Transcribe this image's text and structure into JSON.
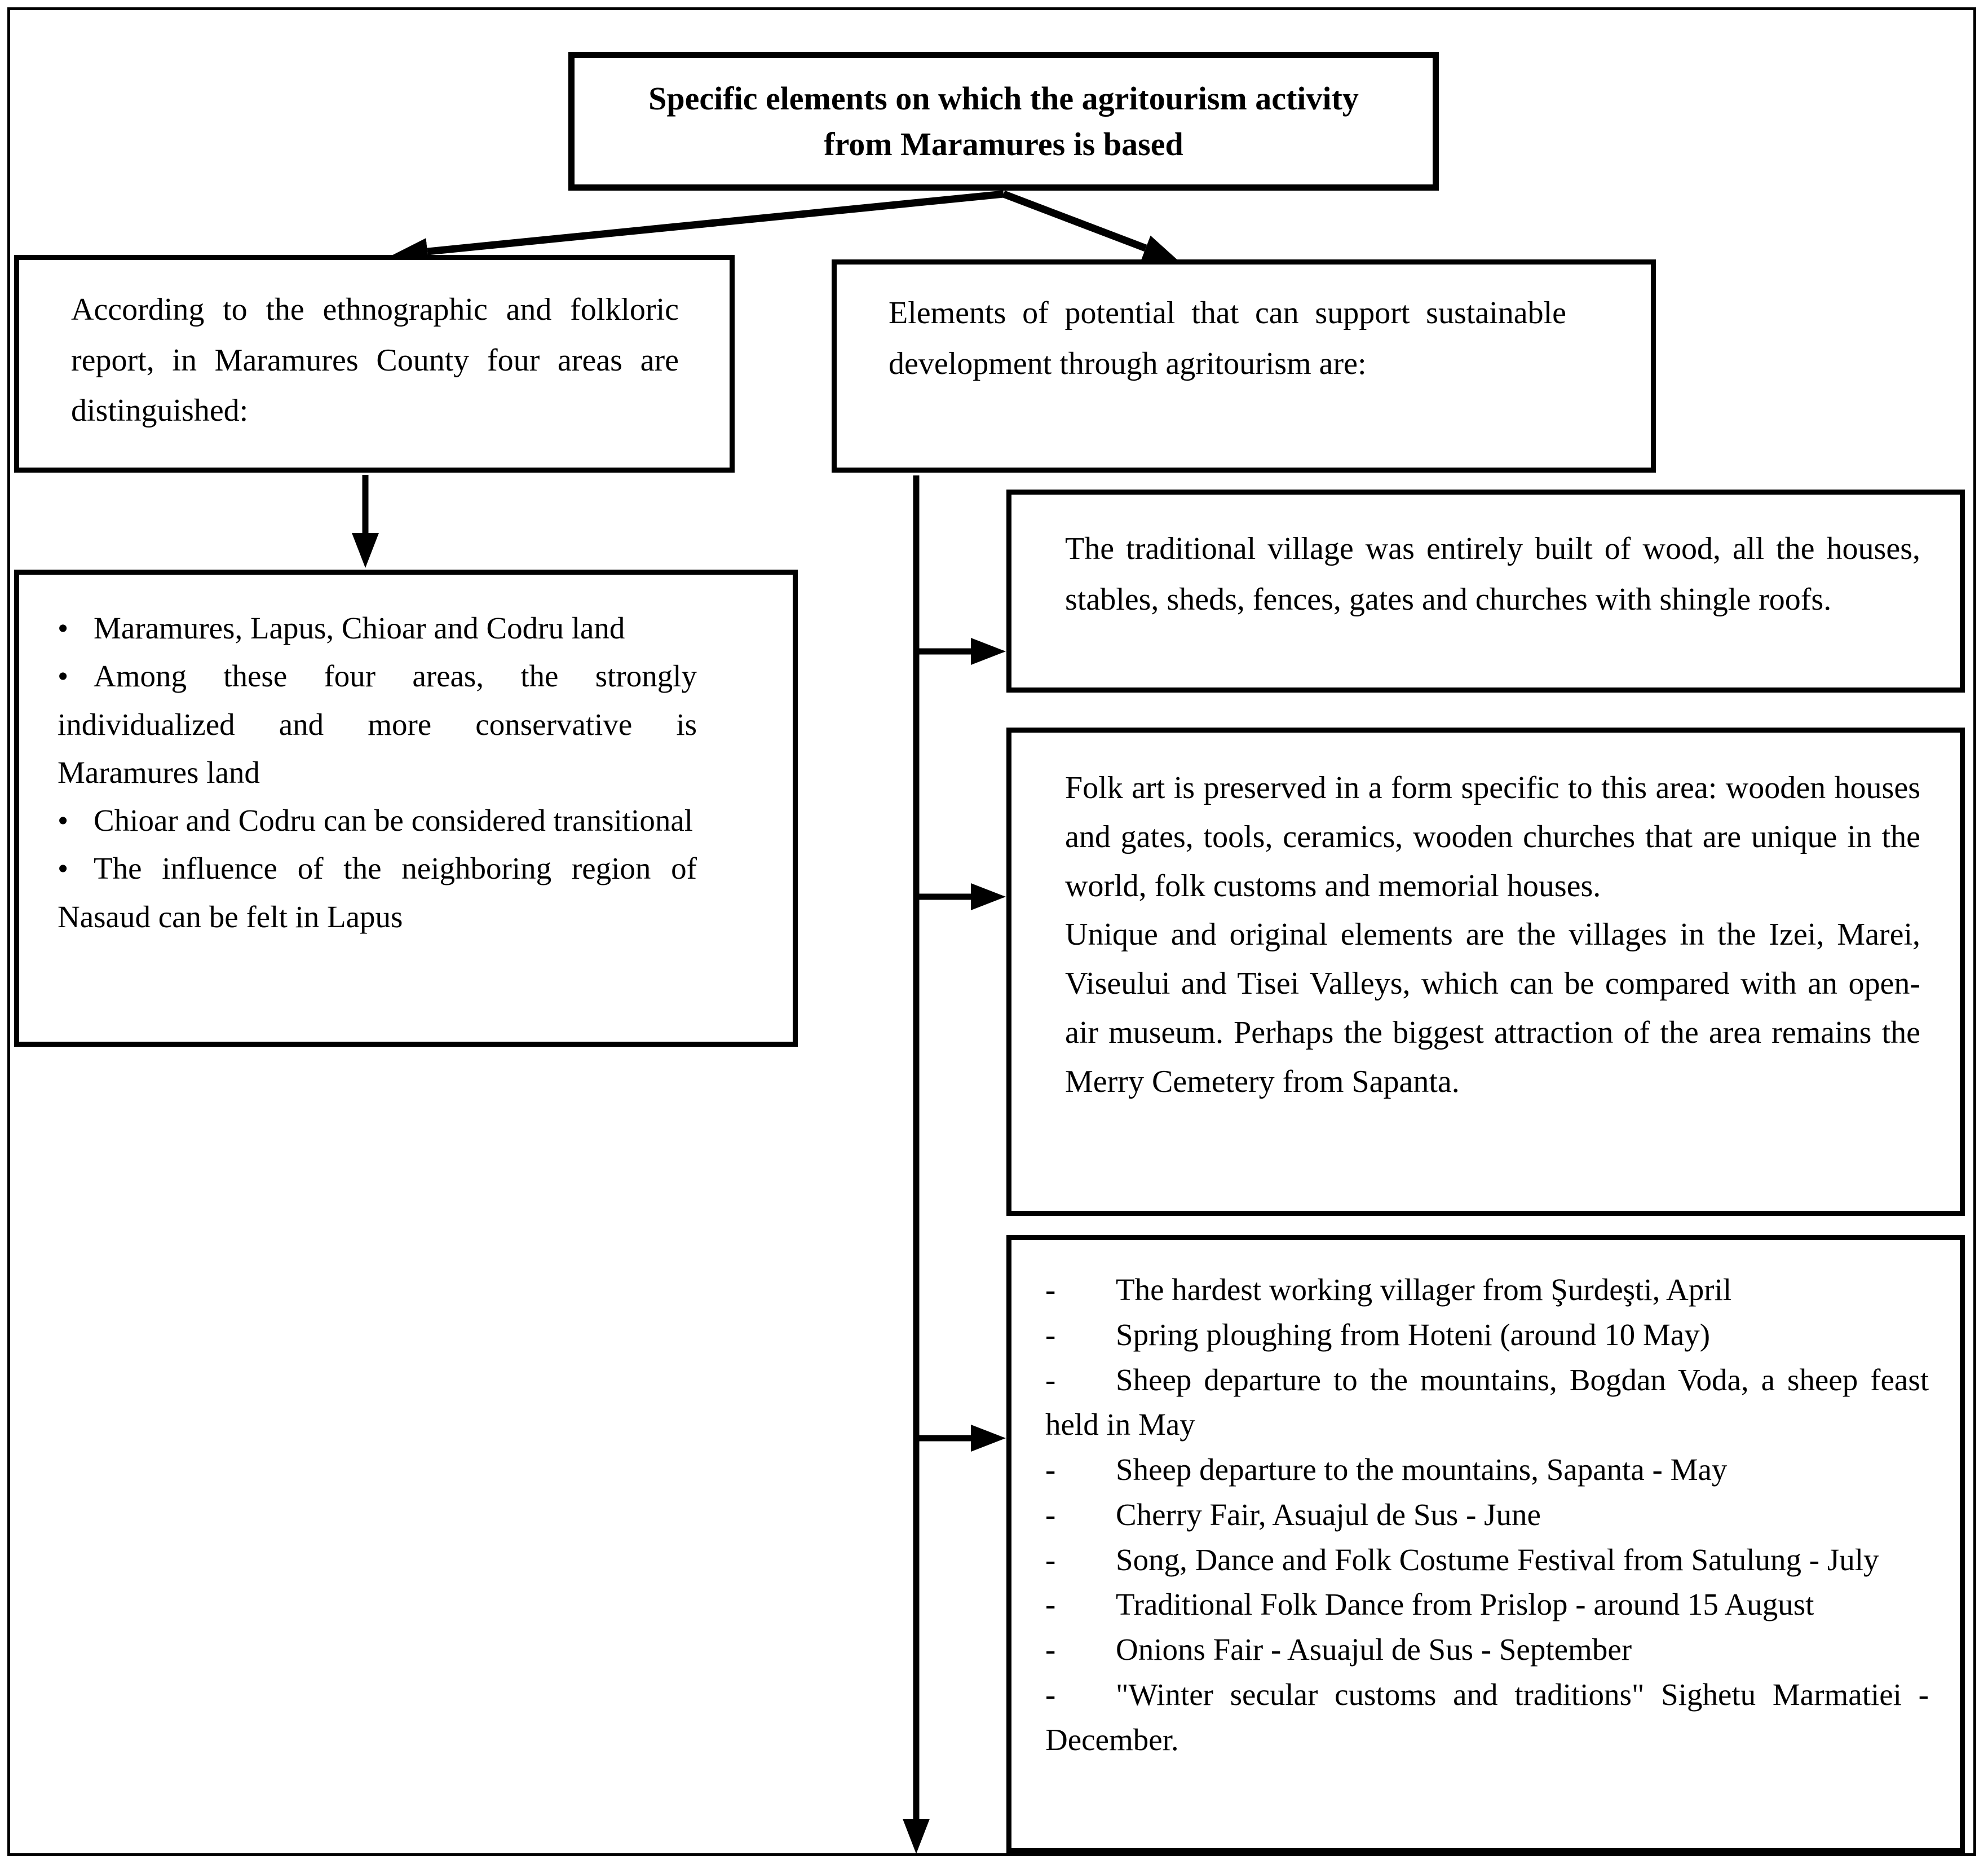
{
  "figure": {
    "title": "Specific elements on which the agritourism activity from Maramures is based",
    "left_branch": {
      "intro": "According to the ethnographic and folkloric report, in Maramures County four areas are distinguished:",
      "bullets": [
        "Maramures, Lapus, Chioar and Codru land",
        "Among these four areas, the strongly individualized and more conservative is Maramures land",
        "Chioar and Codru can be considered transitional",
        "The influence of the neighboring region of Nasaud can be felt in Lapus"
      ]
    },
    "right_branch": {
      "intro": "Elements of potential that can support sustainable development through agritourism are:",
      "boxes": [
        {
          "paragraphs": [
            "The traditional village was entirely built of wood, all the houses, stables, sheds, fences, gates and churches with shingle roofs."
          ]
        },
        {
          "paragraphs": [
            "Folk art is preserved in a form specific to this area: wooden houses and gates, tools, ceramics, wooden churches that are unique in the world, folk customs and memorial houses.",
            "Unique and original elements are the villages in the Izei, Marei, Viseului and Tisei Valleys, which can be compared with an open-air museum. Perhaps the biggest attraction of the area remains the Merry Cemetery from Sapanta."
          ]
        },
        {
          "events": [
            "The hardest working villager from Şurdeşti, April",
            "Spring ploughing from Hoteni (around 10 May)",
            "Sheep departure to the mountains, Bogdan Voda, a sheep feast held in May",
            "Sheep departure to the mountains, Sapanta - May",
            "Cherry Fair, Asuajul de Sus - June",
            "Song, Dance and Folk Costume Festival from Satulung - July",
            "Traditional Folk Dance from Prislop - around 15 August",
            "Onions Fair - Asuajul de Sus - September",
            "\"Winter secular customs and traditions\" Sighetu Marmatiei - December."
          ]
        }
      ]
    },
    "colors": {
      "ink": "#000000",
      "background": "#ffffff"
    }
  }
}
